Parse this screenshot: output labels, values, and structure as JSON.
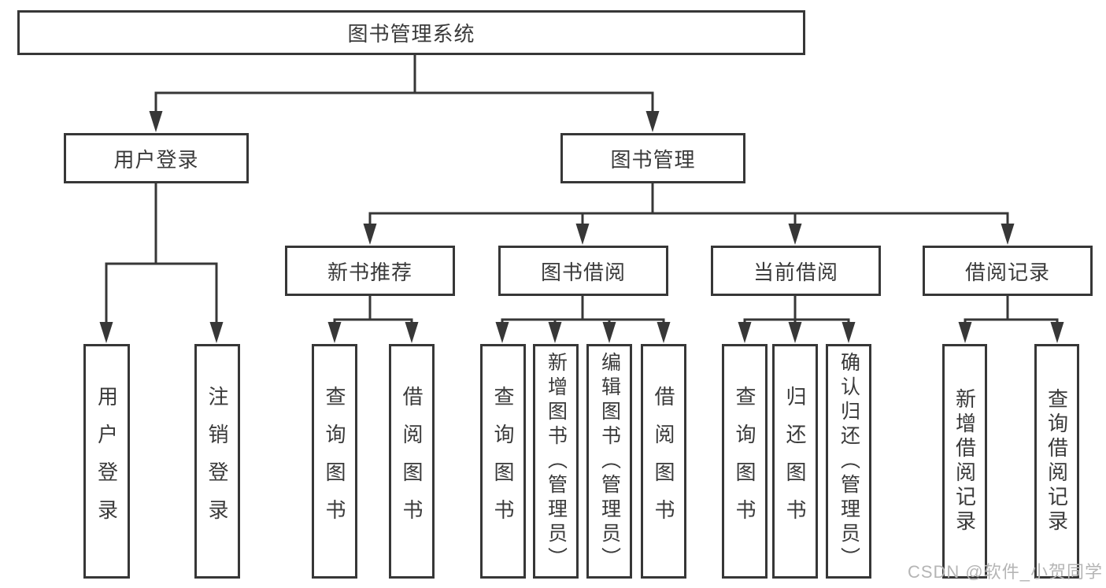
{
  "diagram": {
    "title": "图书管理系统",
    "level2": {
      "user_login": "用户登录",
      "book_management": "图书管理"
    },
    "level3": {
      "new_book_recommend": "新书推荐",
      "book_borrow": "图书借阅",
      "current_borrow": "当前借阅",
      "borrow_record": "借阅记录"
    },
    "leaves": {
      "user_login": "用户登录",
      "logout": "注销登录",
      "rec_query_book": "查询图书",
      "rec_borrow_book": "借阅图书",
      "bb_query_book": "查询图书",
      "bb_add_book": "新增图书（管理员）",
      "bb_edit_book": "编辑图书（管理员）",
      "bb_borrow_book": "借阅图书",
      "cb_query_book": "查询图书",
      "cb_return_book": "归还图书",
      "cb_confirm_return": "确认归还（管理员）",
      "br_add_record": "新增借阅记录",
      "br_query_record": "查询借阅记录"
    }
  },
  "watermark": "CSDN @软件_小贺同学",
  "colors": {
    "line": "#373737",
    "text": "#3a3a3a",
    "background": "#ffffff",
    "watermark": "#b5b5b5"
  }
}
